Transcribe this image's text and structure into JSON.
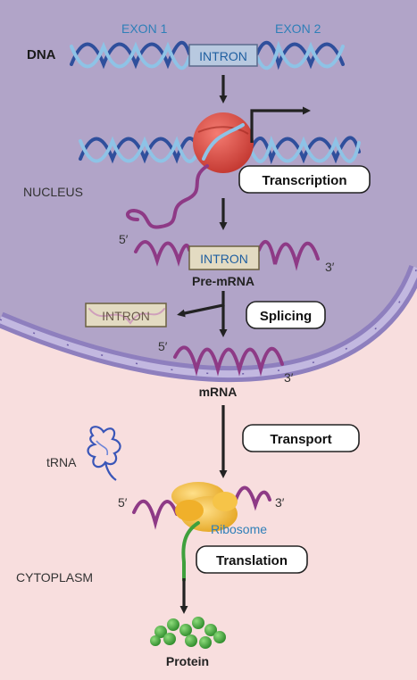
{
  "labels": {
    "dna": "DNA",
    "exon1": "EXON 1",
    "exon2": "EXON 2",
    "intron_dna": "INTRON",
    "intron_premrna": "INTRON",
    "intron_spliced": "INTRON",
    "nucleus": "NUCLEUS",
    "cytoplasm": "CYTOPLASM",
    "premrna_5": "5′",
    "premrna_3": "3′",
    "premrna": "Pre-mRNA",
    "mrna_5": "5′",
    "mrna_3": "3′",
    "mrna": "mRNA",
    "trna": "tRNA",
    "ribo_5": "5′",
    "ribo_3": "3′",
    "ribosome": "Ribosome",
    "protein": "Protein"
  },
  "steps": {
    "transcription": "Transcription",
    "splicing": "Splicing",
    "transport": "Transport",
    "translation": "Translation"
  },
  "colors": {
    "nucleus": "#b1a4c8",
    "cytoplasm": "#f8dede",
    "envelope": "#8e7fbe",
    "exon_label": "#2f7fb8",
    "intron_box": "#e3dbc2",
    "polymerase": "#e0504a",
    "ribosome": "#f3b830",
    "protein": "#3fa03c",
    "trna": "#3a56b8"
  }
}
